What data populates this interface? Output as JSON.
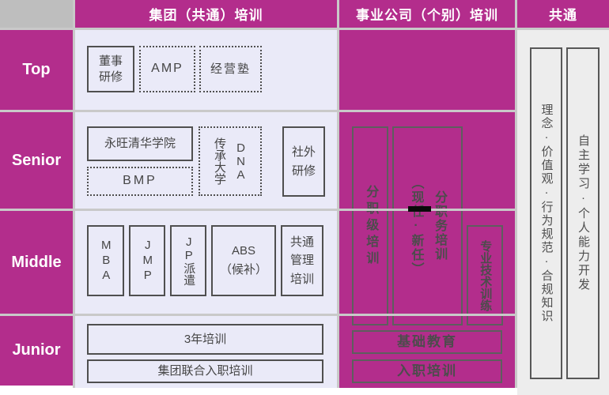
{
  "headers": {
    "group": "集团（共通）培训",
    "business": "事业公司（个别）培训",
    "common": "共通"
  },
  "row_labels": {
    "top": "Top",
    "senior": "Senior",
    "middle": "Middle",
    "junior": "Junior"
  },
  "group_training": {
    "director": "董事\n研修",
    "amp": "AMP",
    "management_school": "经营塾",
    "academy": "永旺清华学院",
    "bmp": "BMP",
    "dna_university": "DNA\n传承大学",
    "external_training": "社外\n研修",
    "mba": "MBA",
    "jmp": "JMP",
    "jp_dispatch": "JP派遣",
    "abs_candidate": "ABS\n（候补）",
    "common_management": "共通\n管理\n培训",
    "three_year": "3年培训",
    "joint_onboarding": "集团联合入职培训"
  },
  "business_training": {
    "by_grade": "分职级培训",
    "by_role": "分职务培训\n（现任·新任）",
    "technical": "专业技术训练",
    "basic_education": "基础教育",
    "onboarding": "入职培训"
  },
  "common_training": {
    "philosophy": "理念·价值观·行为规范·合规知识",
    "self_development": "自主学习·个人能力开发"
  },
  "colors": {
    "magenta": "#b32d8c",
    "grid_line": "#c9c9c9",
    "corner_gray": "#bebebe",
    "group_column_bg": "#eaeaf8",
    "common_column_bg": "#ededed",
    "box_border": "#4f4f4f",
    "box_text": "#454545"
  }
}
